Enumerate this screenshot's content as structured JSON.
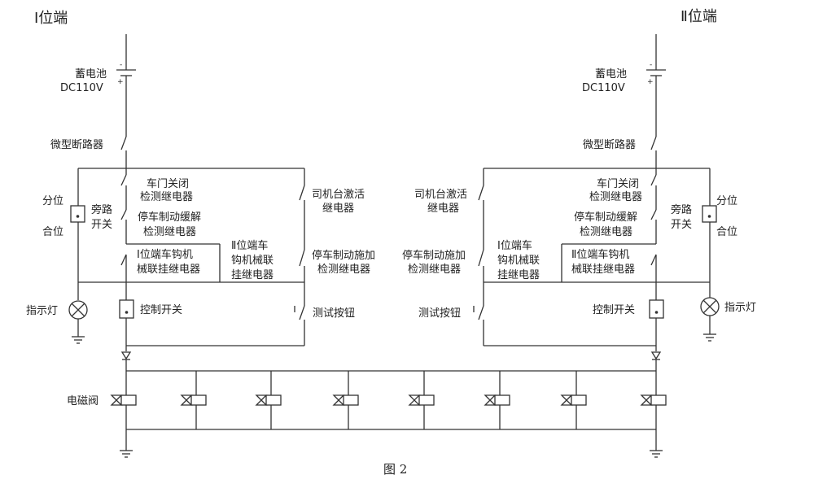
{
  "ends": {
    "left": "Ⅰ位端",
    "right": "Ⅱ位端"
  },
  "battery": {
    "line1": "蓄电池",
    "line2": "DC110V",
    "plus": "+",
    "minus": "-"
  },
  "breaker": "微型断路器",
  "bypass": {
    "pos_split": "分位",
    "pos_close": "合位",
    "label1": "旁路",
    "label2": "开关"
  },
  "relays": {
    "door1": "车门关闭",
    "door2": "检测继电器",
    "brake_release1": "停车制动缓解",
    "brake_release2": "检测继电器",
    "hook_i_1": "Ⅰ位端车钩机",
    "hook_i_2": "械联挂继电器",
    "hook_ii_left_1": "Ⅱ位端车",
    "hook_ii_left_2": "钩机械联",
    "hook_ii_left_3": "挂继电器",
    "cab1": "司机台激活",
    "cab2": "继电器",
    "brake_apply1": "停车制动施加",
    "brake_apply2": "检测继电器",
    "hook_i_right_1": "Ⅰ位端车",
    "hook_i_right_2": "钩机械联",
    "hook_i_right_3": "挂继电器",
    "hook_ii_right_1": "Ⅱ位端车钩机",
    "hook_ii_right_2": "械联挂继电器"
  },
  "control_switch": "控制开关",
  "indicator": "指示灯",
  "test_button": "测试按钮",
  "solenoid": "电磁阀",
  "caption": "图 2"
}
